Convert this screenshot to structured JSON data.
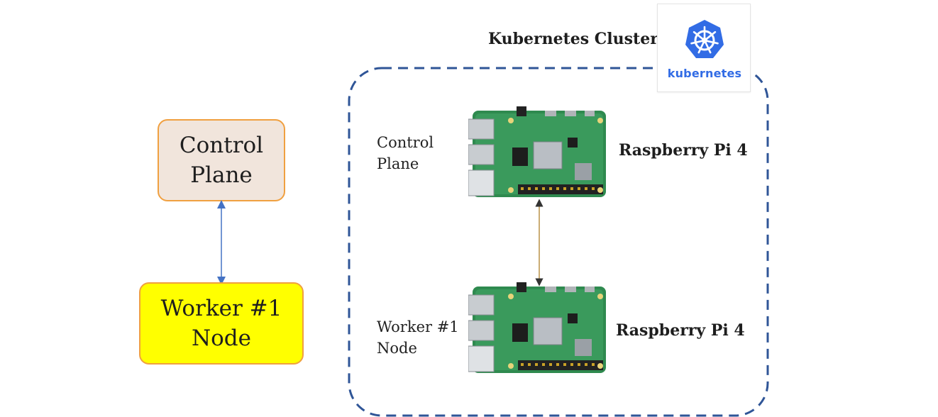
{
  "left_diagram": {
    "control_plane": {
      "line1": "Control",
      "line2": "Plane"
    },
    "worker": {
      "line1": "Worker #1",
      "line2": "Node"
    }
  },
  "cluster": {
    "title": "Kubernetes Cluster",
    "logo_text": "kubernetes",
    "nodes": [
      {
        "role_line1": "Control",
        "role_line2": "Plane",
        "board_label": "Raspberry Pi 4"
      },
      {
        "role_line1": "Worker #1",
        "role_line2": "Node",
        "board_label": "Raspberry Pi 4"
      }
    ]
  },
  "colors": {
    "control_fill": "#f1e5dc",
    "worker_fill": "#ffff00",
    "box_border": "#f0a040",
    "cluster_border": "#2f5597",
    "k8s_blue": "#326ce5",
    "board_green": "#2f8a4f"
  }
}
